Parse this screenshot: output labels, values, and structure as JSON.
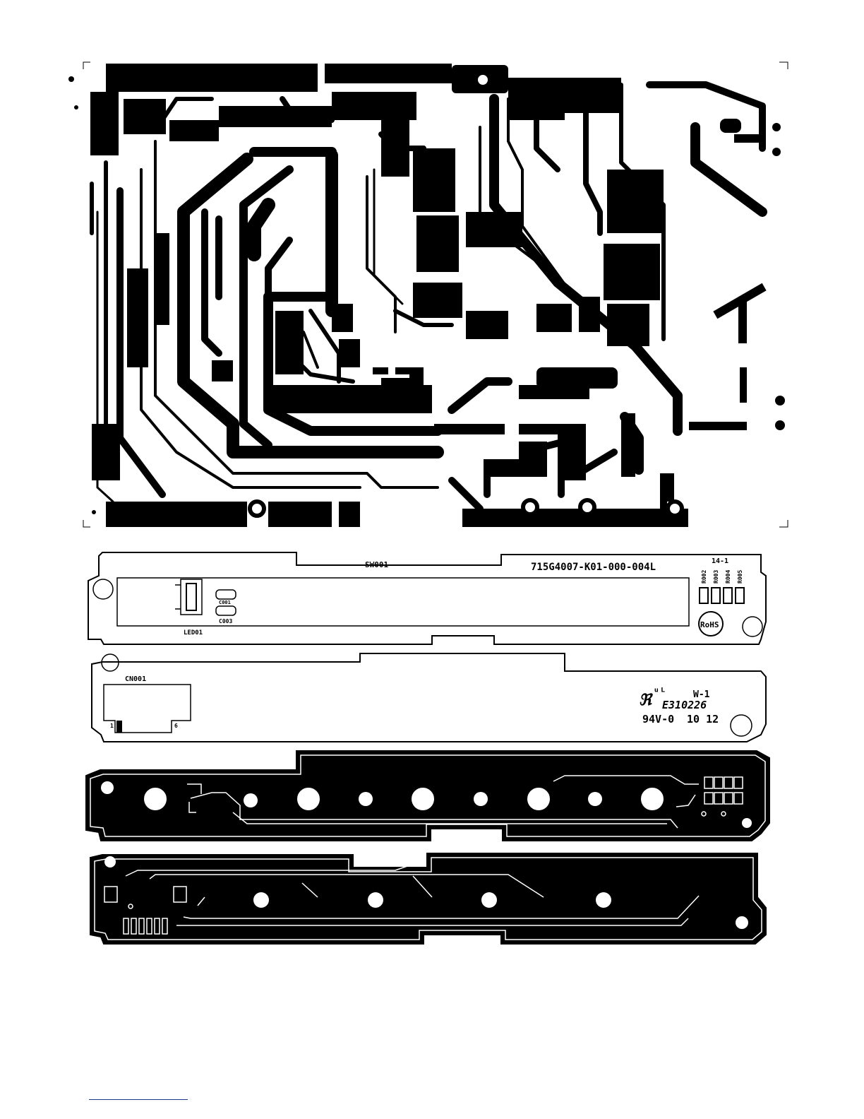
{
  "colors": {
    "copper": "#000000",
    "board": "#ffffff",
    "footer_rule": "#1a3a8a"
  },
  "key_board": {
    "switch_ref": "SW001",
    "part_number": "715G4007-K01-000-004L",
    "revision": "14-1",
    "resistors": [
      "R002",
      "R003",
      "R004",
      "R005"
    ],
    "led_ref": "LED01",
    "capacitor_refs": [
      "C001",
      "C003"
    ],
    "rohs": "RoHS"
  },
  "connector_board": {
    "connector_ref": "CN001",
    "pin_first": "1",
    "pin_last": "6",
    "ul_mark": "W-1",
    "ul_file": "E310226",
    "flame_rating": "94V-0",
    "date_code": "10 12"
  }
}
